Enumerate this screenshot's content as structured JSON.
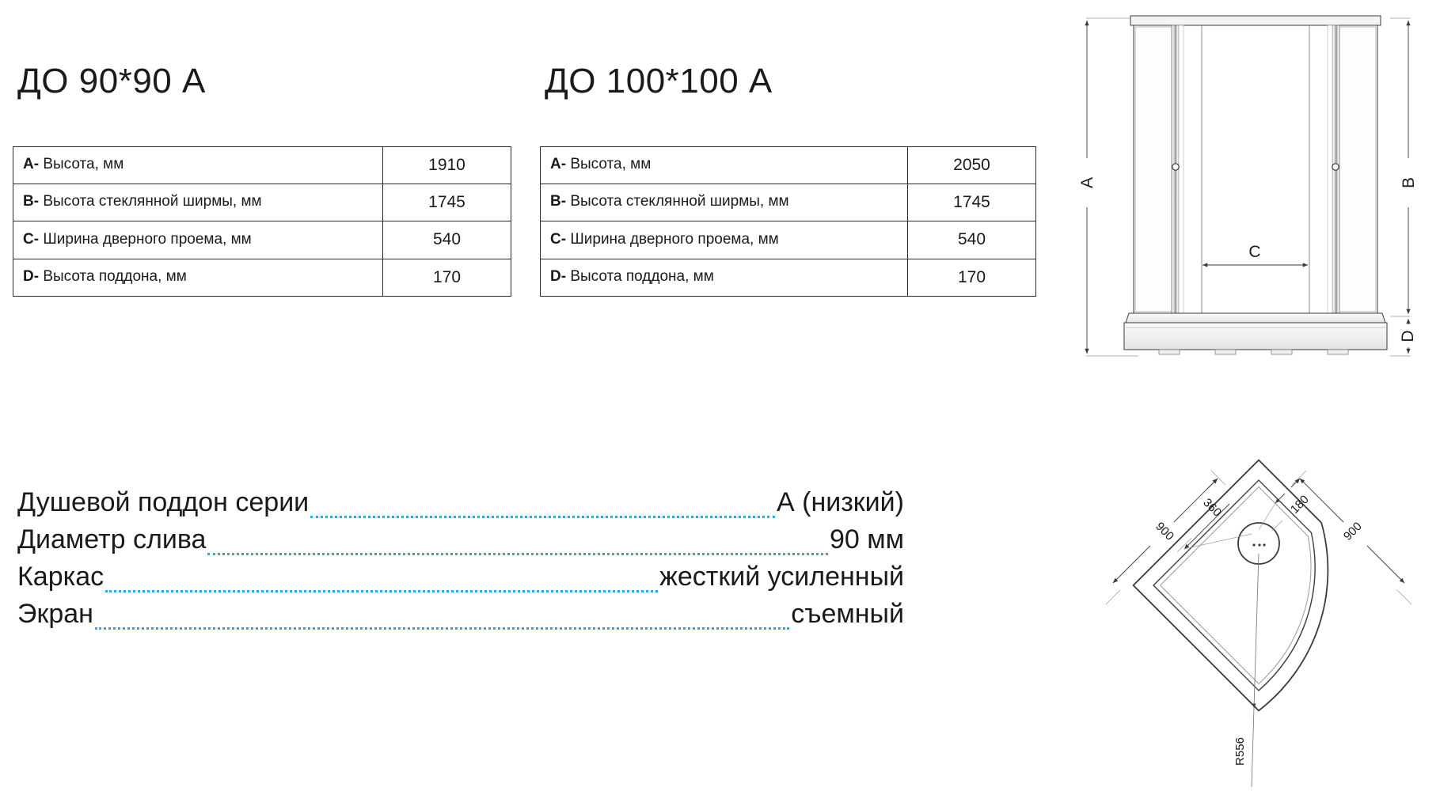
{
  "models": [
    {
      "title": "ДО 90*90 А",
      "rows": [
        {
          "letter": "A",
          "dash": "-",
          "label": "Высота, мм",
          "value": "1910"
        },
        {
          "letter": "B",
          "dash": "-",
          "label": "Высота стеклянной ширмы, мм",
          "value": "1745"
        },
        {
          "letter": "C",
          "dash": "-",
          "label": "Ширина дверного проема, мм",
          "value": "540"
        },
        {
          "letter": "D",
          "dash": "-",
          "label": "Высота поддона, мм",
          "value": "170"
        }
      ]
    },
    {
      "title": "ДО 100*100 А",
      "rows": [
        {
          "letter": "A",
          "dash": "-",
          "label": "Высота, мм",
          "value": "2050"
        },
        {
          "letter": "B",
          "dash": "-",
          "label": "Высота стеклянной ширмы, мм",
          "value": "1745"
        },
        {
          "letter": "C",
          "dash": "-",
          "label": "Ширина дверного проема, мм",
          "value": "540"
        },
        {
          "letter": "D",
          "dash": "-",
          "label": "Высота поддона, мм",
          "value": "170"
        }
      ]
    }
  ],
  "specs": [
    {
      "label": "Душевой поддон серии",
      "value": "А (низкий)"
    },
    {
      "label": "Диаметр слива",
      "value": "90 мм"
    },
    {
      "label": "Каркас",
      "value": "жесткий усиленный"
    },
    {
      "label": "Экран",
      "value": "съемный"
    }
  ],
  "elevation_drawing": {
    "dimensions": {
      "a": "A",
      "b": "B",
      "c": "C",
      "d": "D"
    }
  },
  "tray_drawing": {
    "dimensions": {
      "width_left": "900",
      "width_right": "900",
      "drain_offset_left": "360",
      "drain_offset_right": "180",
      "radius": "R556"
    }
  },
  "colors": {
    "leader_dots": "#29ABE2",
    "table_border": "#2b2b2b",
    "text": "#1a1a1a",
    "drawing_line": "#3b3b3b"
  }
}
